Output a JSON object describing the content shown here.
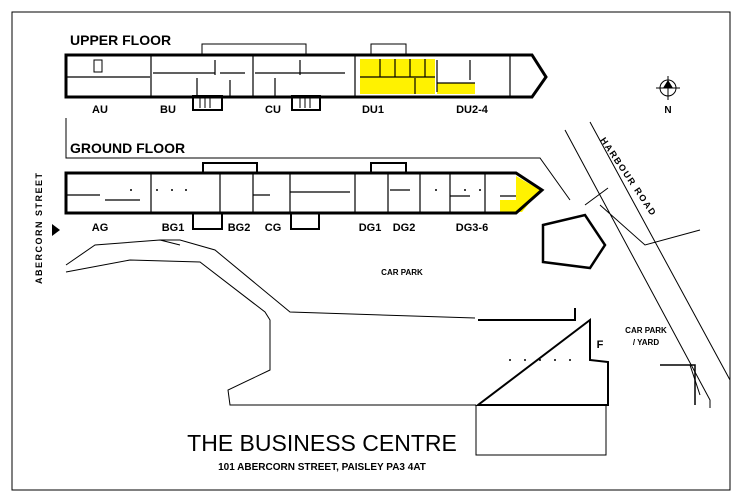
{
  "headings": {
    "upper": "UPPER FLOOR",
    "ground": "GROUND FLOOR"
  },
  "upper_units": [
    "AU",
    "BU",
    "CU",
    "DU1",
    "DU2-4"
  ],
  "ground_units": [
    "AG",
    "BG1",
    "BG2",
    "CG",
    "DG1",
    "DG2",
    "DG3-6"
  ],
  "streets": {
    "abercorn": "ABERCORN STREET",
    "harbour": "HARBOUR ROAD"
  },
  "areas": {
    "car_park": "CAR PARK",
    "yard_1": "CAR PARK",
    "yard_2": "/ YARD",
    "building_f": "F"
  },
  "compass": {
    "label": "N"
  },
  "title": "THE BUSINESS CENTRE",
  "address": "101 ABERCORN STREET, PAISLEY PA3 4AT",
  "colors": {
    "highlight": "#FFF200",
    "line": "#000000"
  }
}
